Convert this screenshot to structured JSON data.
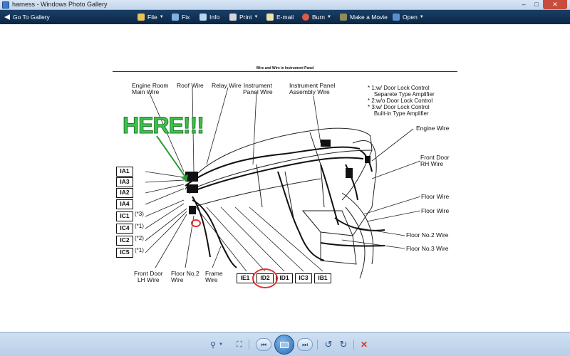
{
  "window": {
    "title": "harness - Windows Photo Gallery"
  },
  "menubar": {
    "go_to_gallery": "Go To Gallery",
    "file": "File",
    "fix": "Fix",
    "info": "Info",
    "print": "Print",
    "email": "E-mail",
    "burn": "Burn",
    "make_movie": "Make a Movie",
    "open": "Open"
  },
  "figure": {
    "caption": "Wire and Wire in Instrument Panel",
    "annotation": "HERE!!!",
    "top_labels": {
      "engine_room": "Engine Room\nMain Wire",
      "roof": "Roof Wire",
      "relay": "Relay Wire",
      "instrument_panel": "Instrument\nPanel Wire",
      "instrument_panel_assembly": "Instrument Panel\nAssembly Wire"
    },
    "notes": [
      "* 1:w/ Door Lock Control",
      "    Separete Type Amplifier",
      "* 2:w/o Door Lock Control",
      "* 3:w/ Door Lock Control",
      "    Built-in Type Amplifier"
    ],
    "right_labels": {
      "engine": "Engine Wire",
      "front_door_rh": "Front Door\nRH Wire",
      "floor1": "Floor Wire",
      "floor2": "Floor Wire",
      "floor_no2": "Floor No.2 Wire",
      "floor_no3": "Floor No.3 Wire"
    },
    "bottom_labels": {
      "front_door_lh": "Front Door\nLH Wire",
      "floor_no2": "Floor No.2\nWire",
      "frame": "Frame\nWire"
    },
    "left_connectors": [
      "IA1",
      "IA3",
      "IA2",
      "IA4",
      "IC1",
      "IC4",
      "IC2",
      "IC5"
    ],
    "left_notes": {
      "ic1": "(*3)",
      "ic4": "(*1)",
      "ic2": "(*2)",
      "ic5": "(*1)"
    },
    "bottom_connectors": [
      "IE1",
      "ID2",
      "ID1",
      "IC3",
      "IB1"
    ],
    "highlight_color": "#e23232",
    "annotation_color": "#3fc24b"
  },
  "controls": {
    "zoom": "zoom-icon",
    "actual_size": "actual-size-icon",
    "previous": "previous-icon",
    "slideshow": "slideshow-icon",
    "next": "next-icon",
    "rotate_ccw": "rotate-counterclockwise-icon",
    "rotate_cw": "rotate-clockwise-icon",
    "delete": "delete-icon"
  }
}
